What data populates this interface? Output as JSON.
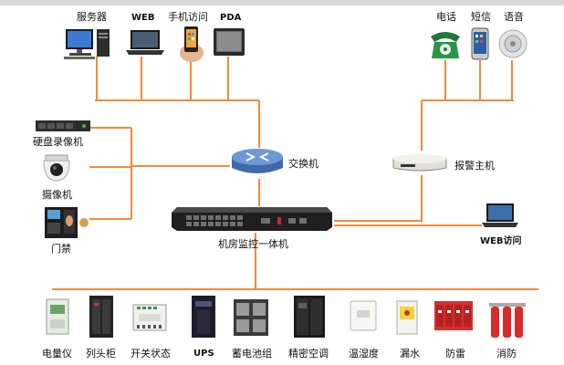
{
  "colors": {
    "line": "#f28a3c",
    "router": "#5b87c5",
    "switch": "#2b2b2b"
  },
  "top_devices": {
    "server": "服务器",
    "web": "WEB",
    "mobile": "手机访问",
    "pda": "PDA"
  },
  "comms": {
    "phone": "电话",
    "sms": "短信",
    "voice": "语音"
  },
  "left_devices": {
    "nvr": "硬盘录像机",
    "camera": "摄像机",
    "door": "门禁"
  },
  "center": {
    "router": "交换机",
    "host": "机房监控一体机"
  },
  "right_devices": {
    "alarm": "报警主机",
    "web_access": "WEB访问"
  },
  "bottom_devices": [
    "电量仪",
    "列头柜",
    "开关状态",
    "UPS",
    "蓄电池组",
    "精密空调",
    "温湿度",
    "漏水",
    "防雷",
    "消防"
  ]
}
